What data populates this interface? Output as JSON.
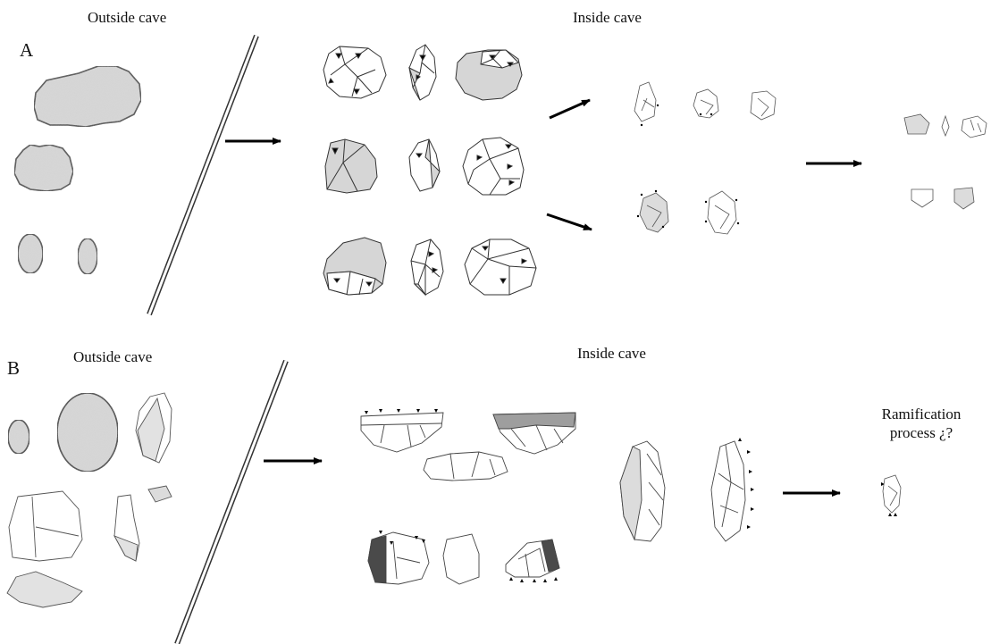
{
  "panel_a": {
    "letter": "A",
    "outside_label": "Outside cave",
    "inside_label": "Inside cave"
  },
  "panel_b": {
    "letter": "B",
    "outside_label": "Outside cave",
    "inside_label": "Inside cave",
    "ramification_line1": "Ramification",
    "ramification_line2": "process ¿?"
  },
  "colors": {
    "cortex_fill": "#dcdcdc",
    "cobble_fill": "#d4d4d4",
    "dark_cortex": "#4a4a4a",
    "outline": "#333333",
    "arrow": "#000000"
  }
}
